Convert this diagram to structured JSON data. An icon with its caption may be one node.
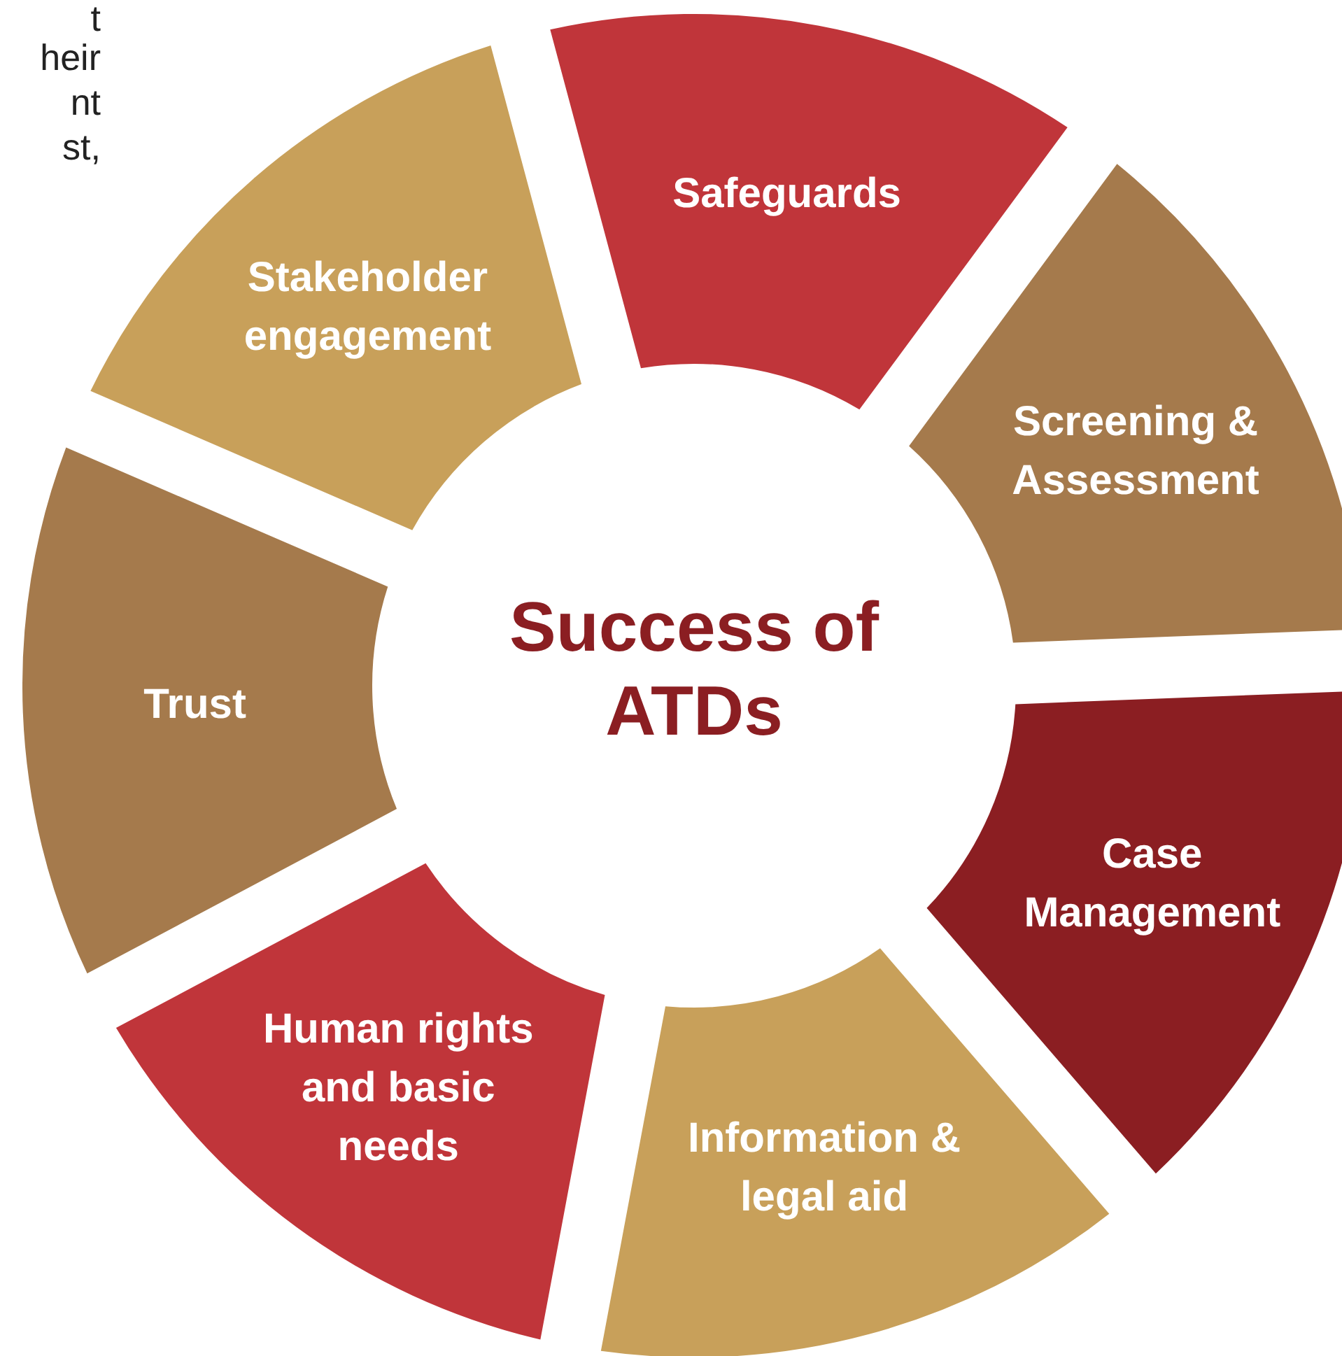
{
  "diagram": {
    "nodes": [
      {
        "text": [
          "Success of ATDs"
        ]
      },
      {
        "text": [
          "Safeguards"
        ]
      },
      {
        "text": [
          "Screening & Assessment"
        ]
      },
      {
        "text": [
          "Case Management"
        ]
      },
      {
        "text": [
          "Information & legal aid"
        ]
      },
      {
        "text": [
          "Human rights and basic needs"
        ]
      },
      {
        "text": [
          "Trust"
        ]
      },
      {
        "text": [
          "Stakeholder engagement"
        ]
      }
    ],
    "labels": [
      "t",
      "heir",
      "nt",
      "st,"
    ]
  }
}
